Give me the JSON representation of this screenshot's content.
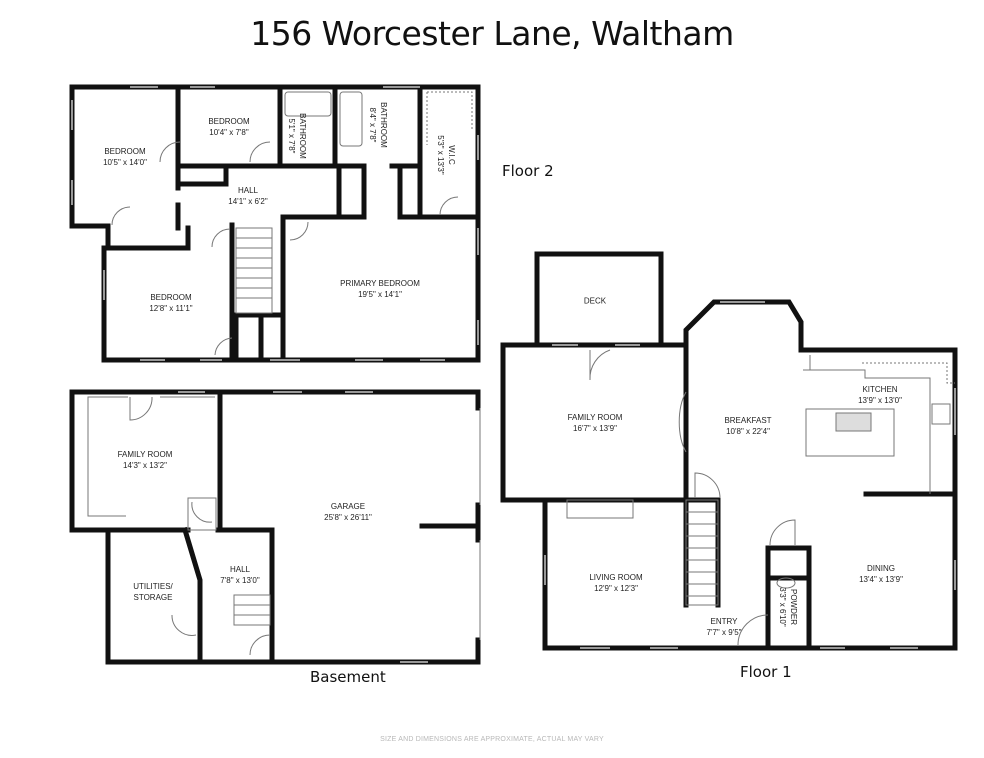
{
  "title": "156 Worcester Lane, Waltham",
  "disclaimer": "SIZE AND DIMENSIONS ARE APPROXIMATE, ACTUAL MAY VARY",
  "floors": {
    "floor2": {
      "label": "Floor 2",
      "rooms": [
        {
          "name": "BEDROOM",
          "dims": "10'5\" x 14'0\""
        },
        {
          "name": "BEDROOM",
          "dims": "10'4\" x 7'8\""
        },
        {
          "name": "BATHROOM",
          "dims": "5'1\" x 7'8\""
        },
        {
          "name": "BATHROOM",
          "dims": "8'4\" x 7'8\""
        },
        {
          "name": "W.I.C",
          "dims": "5'3\" x 13'3\""
        },
        {
          "name": "HALL",
          "dims": "14'1\" x 6'2\""
        },
        {
          "name": "BEDROOM",
          "dims": "12'8\" x 11'1\""
        },
        {
          "name": "PRIMARY BEDROOM",
          "dims": "19'5\" x 14'1\""
        }
      ]
    },
    "basement": {
      "label": "Basement",
      "rooms": [
        {
          "name": "FAMILY ROOM",
          "dims": "14'3\" x 13'2\""
        },
        {
          "name": "GARAGE",
          "dims": "25'8\" x 26'11\""
        },
        {
          "name": "UTILITIES/",
          "name2": "STORAGE"
        },
        {
          "name": "HALL",
          "dims": "7'8\" x 13'0\""
        }
      ]
    },
    "floor1": {
      "label": "Floor 1",
      "rooms": [
        {
          "name": "DECK"
        },
        {
          "name": "FAMILY ROOM",
          "dims": "16'7\" x 13'9\""
        },
        {
          "name": "BREAKFAST",
          "dims": "10'8\" x 22'4\""
        },
        {
          "name": "KITCHEN",
          "dims": "13'9\" x 13'0\""
        },
        {
          "name": "LIVING ROOM",
          "dims": "12'9\" x 12'3\""
        },
        {
          "name": "ENTRY",
          "dims": "7'7\" x 9'5\""
        },
        {
          "name": "POWDER",
          "dims": "3'3\" x 6'10\""
        },
        {
          "name": "DINING",
          "dims": "13'4\" x 13'9\""
        }
      ]
    }
  }
}
